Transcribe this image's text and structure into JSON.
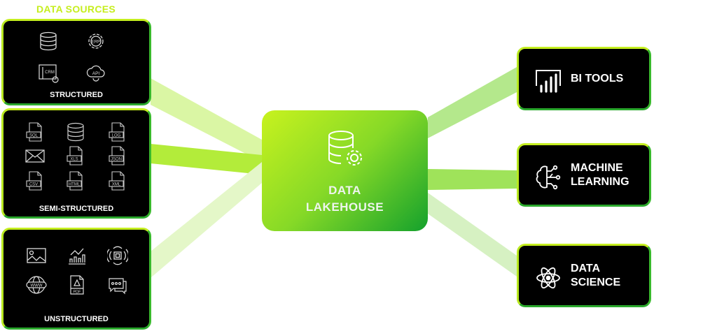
{
  "title": "DATA SOURCES",
  "sources": [
    {
      "label": "STRUCTURED",
      "icons": [
        "database-icon",
        "erp-icon",
        "crm-icon",
        "api-icon"
      ],
      "icon_text": [
        "",
        "ERP",
        "CRM",
        "API"
      ]
    },
    {
      "label": "SEMI-STRUCTURED",
      "icons": [
        "sql-file-icon",
        "database-icon",
        "log-file-icon",
        "email-icon",
        "xls-file-icon",
        "json-file-icon",
        "csv-file-icon",
        "html-file-icon",
        "xml-file-icon"
      ],
      "icon_text": [
        "SQL",
        "",
        "LOG",
        "",
        "XLS",
        "JSON",
        "CSV",
        "HTML",
        "XML"
      ]
    },
    {
      "label": "UNSTRUCTURED",
      "icons": [
        "image-icon",
        "chart-icon",
        "sensor-icon",
        "www-globe-icon",
        "pdf-file-icon",
        "chat-icon"
      ],
      "icon_text": [
        "",
        "",
        "",
        "WWW",
        "PDF",
        ""
      ]
    }
  ],
  "center": {
    "line1": "DATA",
    "line2": "LAKEHOUSE"
  },
  "outputs": [
    {
      "line1": "BI TOOLS",
      "line2": ""
    },
    {
      "line1": "MACHINE",
      "line2": "LEARNING"
    },
    {
      "line1": "DATA",
      "line2": "SCIENCE"
    }
  ],
  "colors": {
    "accent": "#c6ee1e",
    "green_dark": "#14a12c",
    "box": "#000000"
  }
}
